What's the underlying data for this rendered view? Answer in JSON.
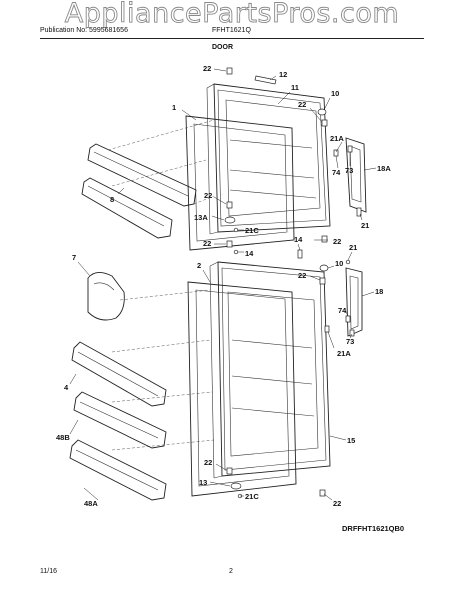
{
  "watermark": "AppliancePartsPros.com",
  "header": {
    "publication": "Publication No: 5995681656",
    "model": "FFHT1621Q",
    "section": "DOOR"
  },
  "diagram_code": "DRFFHT1621QB0",
  "footer": {
    "date": "11/16",
    "page": "2"
  },
  "callouts": {
    "c22a": "22",
    "c12": "12",
    "c1": "1",
    "c11": "11",
    "c10a": "10",
    "c22b": "22",
    "c21Aa": "21A",
    "c74a": "74",
    "c73a": "73",
    "c18A": "18A",
    "c8": "8",
    "c21a": "21",
    "c22c": "22",
    "c13A": "13A",
    "c21Ca": "21C",
    "c22d": "22",
    "c14a": "14",
    "c22e": "22",
    "c14b": "14",
    "c21b": "21",
    "c2": "2",
    "c7": "7",
    "c10b": "10",
    "c22f": "22",
    "c18": "18",
    "c74b": "74",
    "c73b": "73",
    "c21Ab": "21A",
    "c4": "4",
    "c48B": "48B",
    "c15": "15",
    "c48A": "48A",
    "c22g": "22",
    "c13": "13",
    "c21Cb": "21C",
    "c22h": "22"
  }
}
